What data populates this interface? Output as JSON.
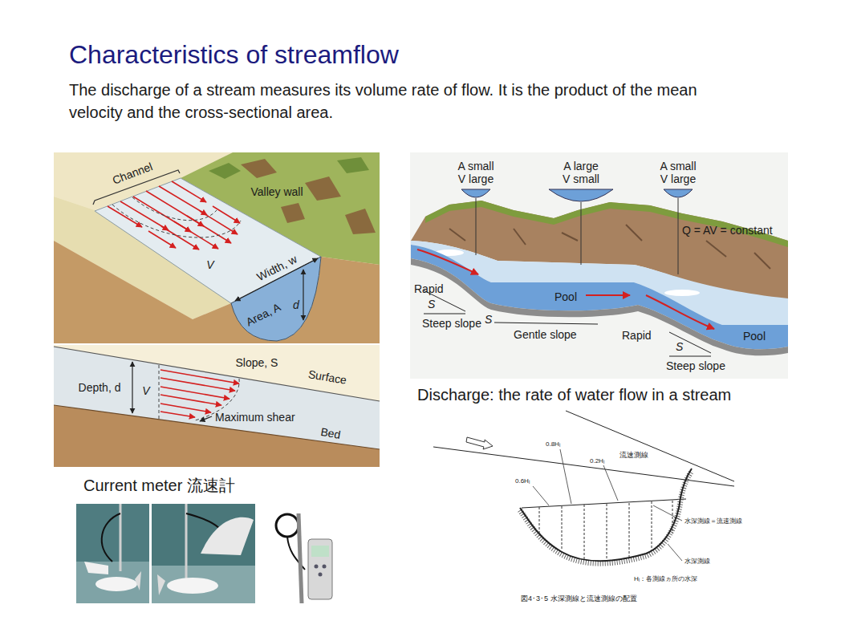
{
  "diagram": {
    "title": "Characteristics of streamflow",
    "labels": [
      "The discharge of a stream measures its volume rate of flow. It is the product of the mean velocity and the cross-sectional area.",
      "Channel",
      "Valley wall",
      "V",
      "Width, w",
      "Area, A",
      "d",
      "Depth, d",
      "Slope, S",
      "V",
      "Surface",
      "Maximum shear",
      "Bed",
      "Current meter 流速計",
      "A small",
      "V large",
      "A large",
      "V small",
      "A small",
      "V large",
      "Q = AV = constant",
      "Rapid",
      "S",
      "Steep slope",
      "S",
      "Pool",
      "Gentle slope",
      "Rapid",
      "S",
      "Steep slope",
      "Pool",
      "Discharge: the rate of water flow in a stream",
      "0.8Hᵢ",
      "0.2Hᵢ",
      "0.6Hᵢ",
      "流速測線",
      "水深測線＝流速測線",
      "水深測線",
      "Hᵢ：各測線ヵ所の水深",
      "図4･3･5 水深測線と流速測線の配置"
    ]
  }
}
